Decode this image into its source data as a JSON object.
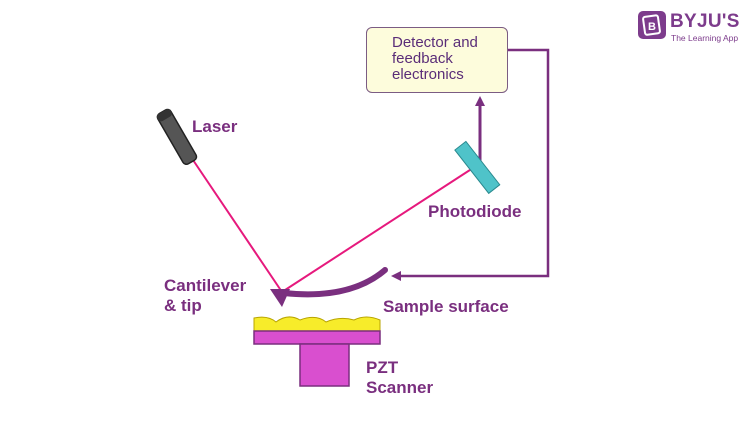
{
  "labels": {
    "laser": "Laser",
    "photodiode": "Photodiode",
    "cantilever_line1": "Cantilever",
    "cantilever_line2": "& tip",
    "sample_surface": "Sample surface",
    "pzt_line1": "PZT",
    "pzt_line2": "Scanner"
  },
  "detector": {
    "line1": "Detector and",
    "line2": "feedback",
    "line3": "electronics"
  },
  "logo": {
    "name": "BYJU'S",
    "tagline": "The Learning App"
  },
  "colors": {
    "beam": "#e6197d",
    "arrows": "#7a2f7f",
    "label_text": "#7a2f7f",
    "photodiode": "#4fc3c9",
    "laser_body": "#555555",
    "sample_yellow": "#f7ec2a",
    "stage_magenta": "#d94fcf",
    "cantilever": "#7a2f7f",
    "detector_fill": "#fdfcdc",
    "brand": "#7d3c8c"
  }
}
